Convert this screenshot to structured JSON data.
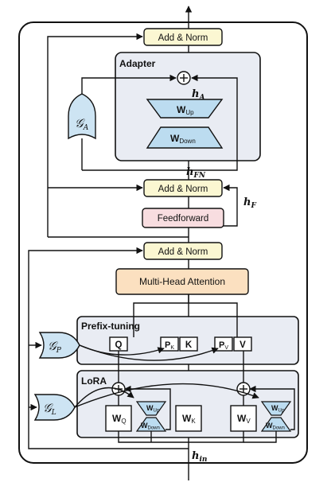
{
  "blocks": {
    "add_norm_top": "Add & Norm",
    "add_norm_mid": "Add & Norm",
    "add_norm_bottom": "Add & Norm",
    "feedforward": "Feedforward",
    "mha": "Multi-Head Attention"
  },
  "adapter": {
    "title": "Adapter",
    "w_up": "W",
    "w_up_sub": "Up",
    "w_down": "W",
    "w_down_sub": "Down",
    "gate": "𝒢",
    "gate_sub": "A"
  },
  "prefix": {
    "title": "Prefix-tuning",
    "q": "Q",
    "pk": "P",
    "pk_sub": "K",
    "k": "K",
    "pv": "P",
    "pv_sub": "V",
    "v": "V",
    "gate": "𝒢",
    "gate_sub": "P"
  },
  "lora": {
    "title": "LoRA",
    "wq": "W",
    "wq_sub": "Q",
    "wk": "W",
    "wk_sub": "K",
    "wv": "W",
    "wv_sub": "V",
    "up1": "W",
    "up1_sub": "Up",
    "down1": "W",
    "down1_sub": "Down",
    "up2": "W",
    "up2_sub": "Up",
    "down2": "W",
    "down2_sub": "Down",
    "gate": "𝒢",
    "gate_sub": "L"
  },
  "labels": {
    "h": "h",
    "h_a_sub": "A",
    "h_fn_sub": "FN",
    "h_f_sub": "F",
    "h_in_sub": "in"
  },
  "colors": {
    "add_norm": "#fbf7d2",
    "feedforward": "#f8dde0",
    "mha": "#fbe0c0",
    "module_bg": "#e9ecf3",
    "trapezoid": "#bcdcf0",
    "gate": "#cde4f3"
  }
}
